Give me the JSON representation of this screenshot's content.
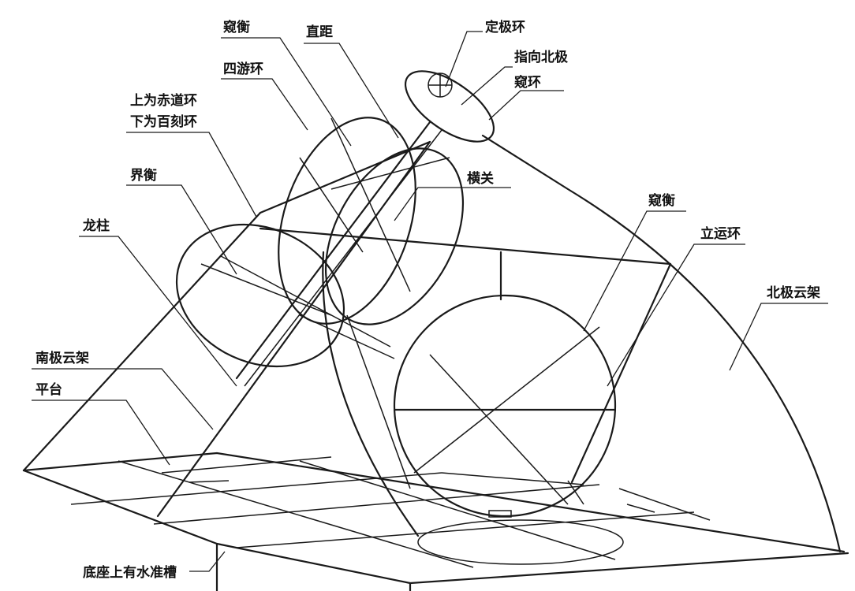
{
  "labels": {
    "kuiheng_top": "窥衡",
    "zhiju": "直距",
    "dingji_huan": "定极环",
    "zhixiang_beiji": "指向北极",
    "kui_huan": "窥环",
    "sanhuan_huan": "四游环",
    "chidao_baike_line1": "上为赤道环",
    "chidao_baike_line2": "下为百刻环",
    "jieheng": "界衡",
    "hengguan": "横关",
    "kuiheng_right": "窥衡",
    "liyun_huan": "立运环",
    "longzhu": "龙柱",
    "beiji_yunjia": "北极云架",
    "nanji_yunjia": "南极云架",
    "pingtai": "平台",
    "dizuo": "底座上有水准槽"
  }
}
